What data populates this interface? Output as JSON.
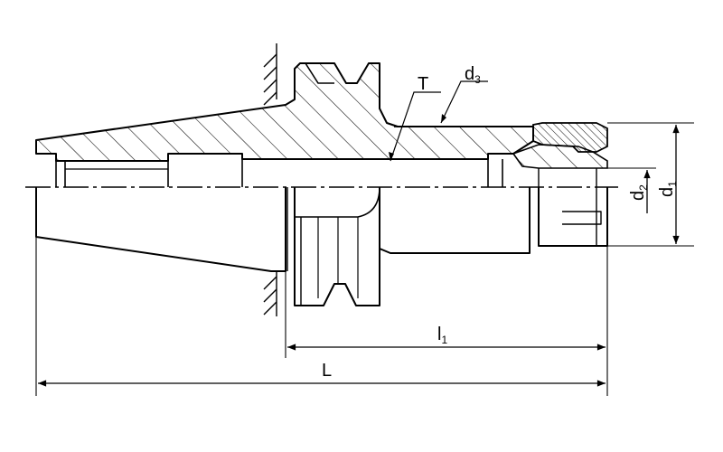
{
  "labels": {
    "T": "T",
    "d3": "d3",
    "l1": "l1",
    "L": "L",
    "d2": "d2",
    "d1": "d1"
  },
  "colors": {
    "line": "#000000",
    "background": "#ffffff"
  }
}
